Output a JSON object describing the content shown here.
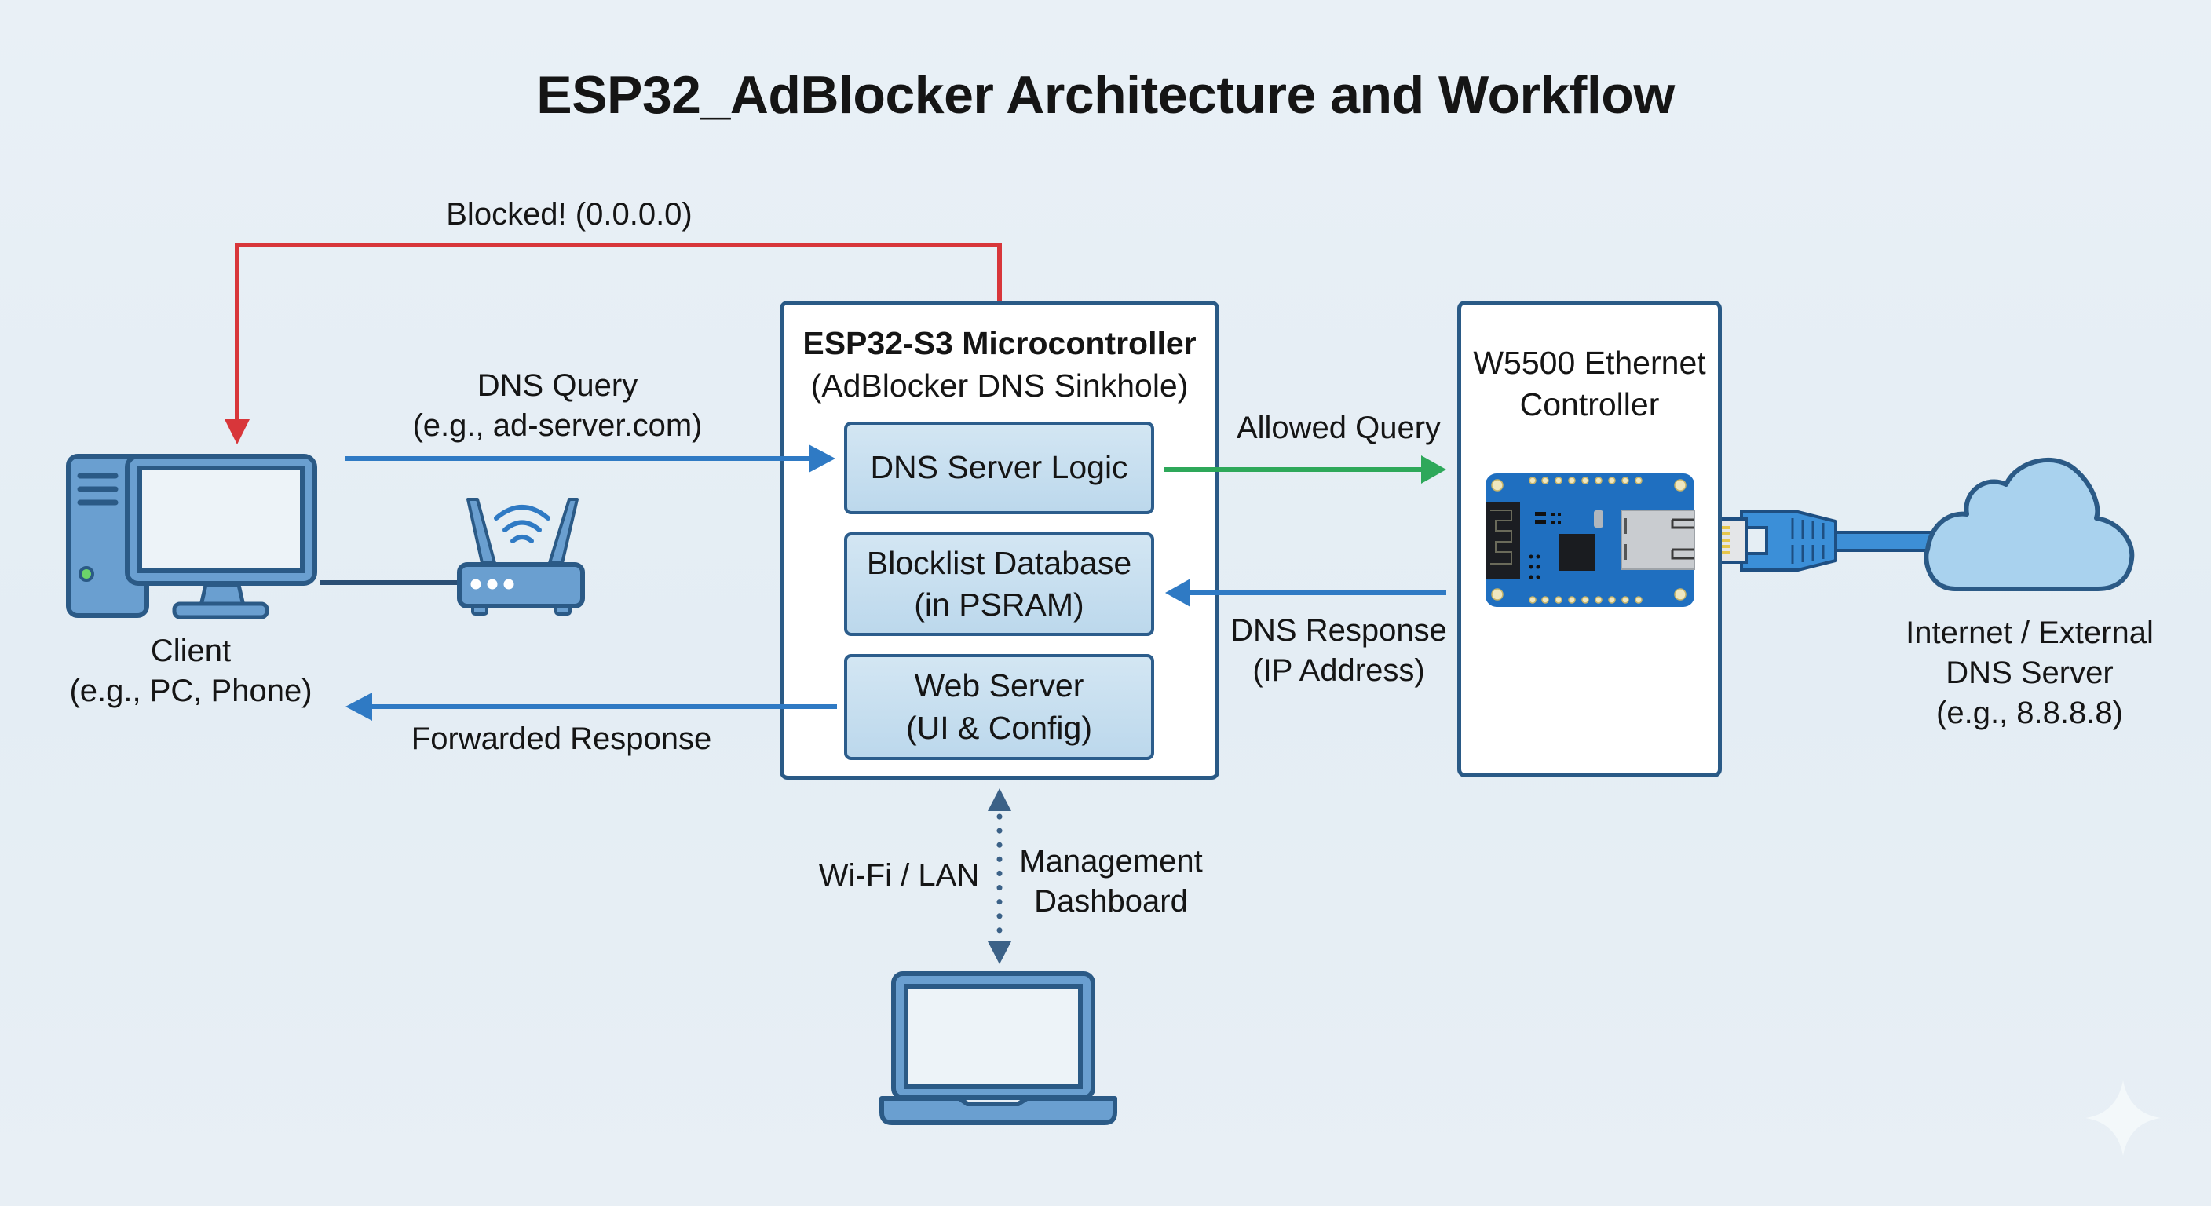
{
  "title": "ESP32_AdBlocker Architecture and Workflow",
  "colors": {
    "background": "#e6eef4",
    "box_border": "#2a5a86",
    "inner_fill": "#c7dff0",
    "flow_blue": "#2f7ac4",
    "allowed_green": "#2ea85a",
    "blocked_red": "#d8363a",
    "icon_fill": "#6aa0d0",
    "icon_stroke": "#2b5a86",
    "cloud_fill": "#a9d2ee",
    "pcb_blue": "#1f6fc0"
  },
  "nodes": {
    "client": {
      "icon": "desktop-pc-icon",
      "label_line1": "Client",
      "label_line2": "(e.g., PC, Phone)"
    },
    "router": {
      "icon": "wifi-router-icon"
    },
    "esp32": {
      "title": "ESP32-S3 Microcontroller",
      "subtitle": "(AdBlocker DNS Sinkhole)",
      "modules": [
        {
          "line1": "DNS Server Logic",
          "line2": ""
        },
        {
          "line1": "Blocklist Database",
          "line2": "(in PSRAM)"
        },
        {
          "line1": "Web Server",
          "line2": "(UI & Config)"
        }
      ]
    },
    "w5500": {
      "title_line1": "W5500 Ethernet",
      "title_line2": "Controller",
      "icon": "ethernet-module-board-icon"
    },
    "internet": {
      "icon": "cloud-icon",
      "label_line1": "Internet / External",
      "label_line2": "DNS Server",
      "label_line3": "(e.g., 8.8.8.8)"
    },
    "dashboard": {
      "icon": "laptop-icon",
      "label_line1": "Management",
      "label_line2": "Dashboard"
    }
  },
  "edges": {
    "blocked": {
      "label": "Blocked! (0.0.0.0)",
      "from": "esp32",
      "to": "client",
      "color": "red"
    },
    "dns_query": {
      "label_line1": "DNS Query",
      "label_line2": "(e.g., ad-server.com)",
      "from": "client",
      "to": "dns_server_logic",
      "color": "blue"
    },
    "forwarded_response": {
      "label": "Forwarded Response",
      "from": "esp32",
      "to": "client",
      "color": "blue"
    },
    "allowed_query": {
      "label": "Allowed Query",
      "from": "dns_server_logic",
      "to": "w5500",
      "color": "green"
    },
    "dns_response": {
      "label_line1": "DNS Response",
      "label_line2": "(IP Address)",
      "from": "w5500",
      "to": "blocklist_database",
      "color": "blue"
    },
    "management_link": {
      "label": "Wi-Fi / LAN",
      "from": "esp32",
      "to": "dashboard",
      "style": "dotted-bidirectional"
    },
    "ethernet_cable": {
      "from": "w5500",
      "to": "internet",
      "icon": "rj45-cable-icon"
    }
  },
  "watermark": {
    "icon": "sparkle-icon"
  }
}
